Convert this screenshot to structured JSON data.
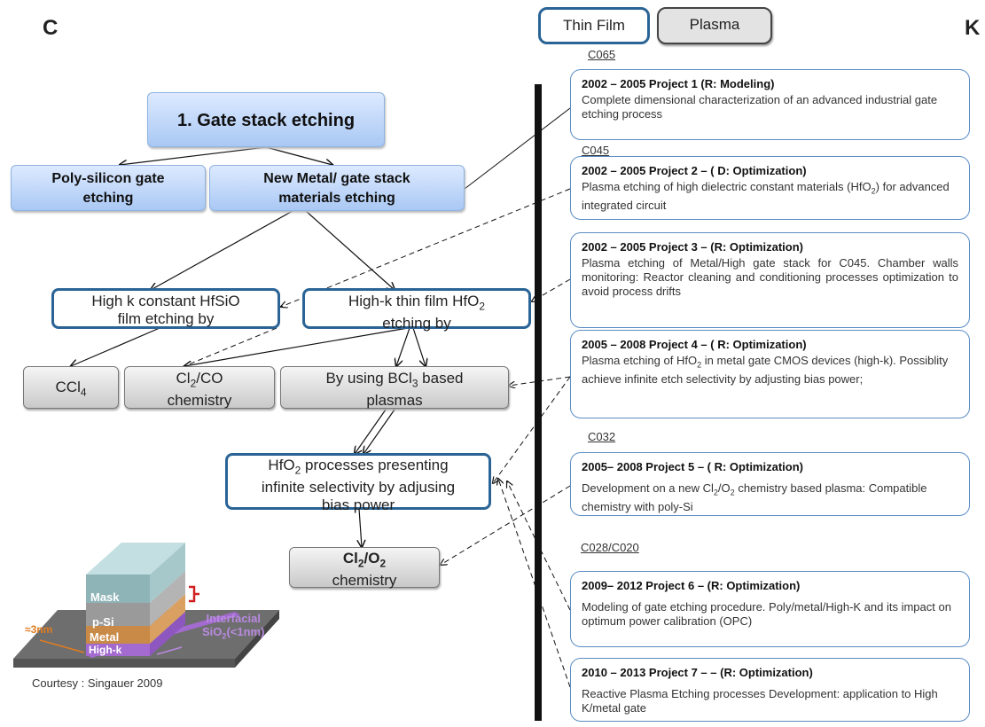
{
  "corners": {
    "left": "C",
    "right": "K"
  },
  "tabs": [
    {
      "label": "Thin Film",
      "active": true
    },
    {
      "label": "Plasma",
      "active": false
    }
  ],
  "tree": {
    "root": "1. Gate stack etching",
    "poly_line1": "Poly-silicon gate",
    "poly_line2": "etching",
    "metal_line1": "New Metal/ gate stack",
    "metal_line2": "materials etching",
    "highk_line1": "High k constant HfSiO",
    "highk_line2": "film etching by",
    "hfo2_line1_pre": "High-k thin film HfO",
    "hfo2_line1_sub": "2",
    "hfo2_line2": "etching by",
    "ccl4_main": "CCl",
    "ccl4_sub": "4",
    "clco_pre": "Cl",
    "clco_sub": "2",
    "clco_post": "/CO",
    "clco_line2": "chemistry",
    "bcl3_pre": "By using BCl",
    "bcl3_sub": "3",
    "bcl3_post": " based",
    "bcl3_line2": "plasmas",
    "sel_line1_pre": "HfO",
    "sel_line1_sub": "2",
    "sel_line1_post": " processes presenting",
    "sel_line2": "infinite selectivity by adjusing",
    "sel_line3": "bias power",
    "clo2_a": "Cl",
    "clo2_a_sub": "2",
    "clo2_mid": "/O",
    "clo2_b_sub": "2",
    "clo2_line2": "chemistry"
  },
  "stack": {
    "mask": "Mask",
    "psi": "p-Si",
    "metal": "Metal",
    "highk": "High-k",
    "dim": "≈3nm",
    "interfacial_line1": "Interfacial",
    "interfacial_line2_pre": "SiO",
    "interfacial_line2_sub": "2",
    "interfacial_line2_post": "(<1nm)",
    "caption": "Courtesy : Singauer 2009"
  },
  "nodes": [
    "C065",
    "C045",
    "C032",
    "C028/C020"
  ],
  "projects": [
    {
      "title": "2002 – 2005 Project 1 (R: Modeling)",
      "text": "Complete dimensional characterization of an advanced industrial gate etching process"
    },
    {
      "title": "2002 – 2005 Project 2 – ( D: Optimization)",
      "text_pre": "Plasma etching of high dielectric constant materials (HfO",
      "text_sub": "2",
      "text_post": ") for advanced integrated circuit"
    },
    {
      "title": "2002 – 2005 Project 3 – (R: Optimization)",
      "text": "Plasma etching of Metal/High gate stack for C045. Chamber walls monitoring: Reactor cleaning and conditioning processes optimization to avoid process drifts"
    },
    {
      "title": "2005 – 2008  Project 4 – ( R: Optimization)",
      "text_pre": " Plasma etching of HfO",
      "text_sub": "2",
      "text_post": " in metal gate CMOS devices (high-k). Possiblity achieve infinite etch selectivity by adjusting bias power;"
    },
    {
      "title": "2005– 2008 Project 5 – ( R: Optimization)",
      "text_pre": "Development on a new Cl",
      "text_sub": "2",
      "text_mid": "/O",
      "text_sub2": "2",
      "text_post": " chemistry based plasma: Compatible chemistry with poly-Si"
    },
    {
      "title": "2009– 2012 Project 6 – (R: Optimization)",
      "text": "Modeling of gate etching procedure. Poly/metal/High-K and its impact on optimum power calibration (OPC)"
    },
    {
      "title": "2010 – 2013 Project 7 – – (R: Optimization)",
      "text": " Reactive Plasma Etching processes Development: application to  High K/metal gate"
    }
  ],
  "colors": {
    "accent_blue": "#2a6496",
    "box_blue": "#a9c8f4",
    "stack_mask": "#8fb4b8",
    "stack_psi": "#9a9a9a",
    "stack_metal": "#c88a46",
    "stack_highk": "#a36ad0"
  }
}
